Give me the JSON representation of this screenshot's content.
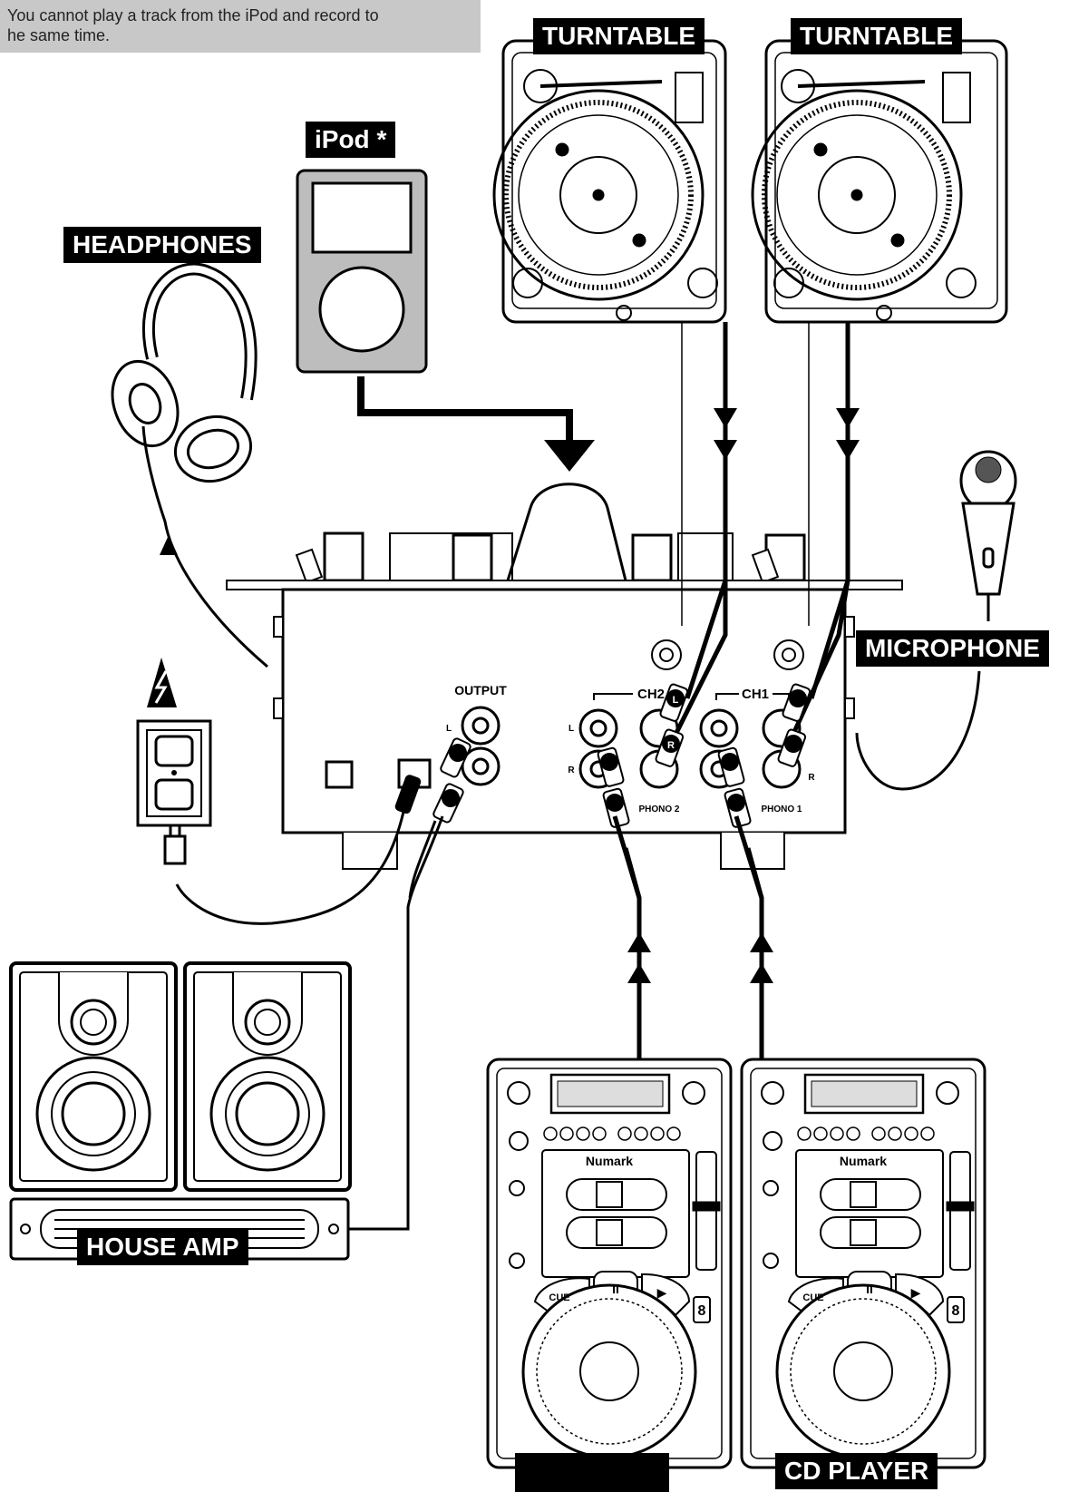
{
  "note": {
    "line1": "You cannot play a track from the iPod and record to",
    "line2": "he same time."
  },
  "labels": {
    "turntable_left": "TURNTABLE",
    "turntable_right": "TURNTABLE",
    "ipod": "iPod *",
    "headphones": "HEADPHONES",
    "microphone": "MICROPHONE",
    "house_amp": "HOUSE AMP",
    "cd_player_left": "",
    "cd_player_right": "CD PLAYER"
  },
  "mixer": {
    "output": "OUTPUT",
    "ch2": "CH2",
    "ch1": "CH1",
    "phono2": "PHONO 2",
    "phono1": "PHONO 1",
    "l": "L",
    "r": "R",
    "plug_l": "L",
    "plug_r": "R"
  },
  "cd": {
    "brand": "Numark",
    "cue": "CUE",
    "pause": "II",
    "play": "▶",
    "eight": "8"
  },
  "colors": {
    "ink": "#000000",
    "label_bg": "#000000",
    "label_text": "#ffffff",
    "note_bg": "#c8c8c8",
    "ipod_body": "#bdbdbd"
  }
}
